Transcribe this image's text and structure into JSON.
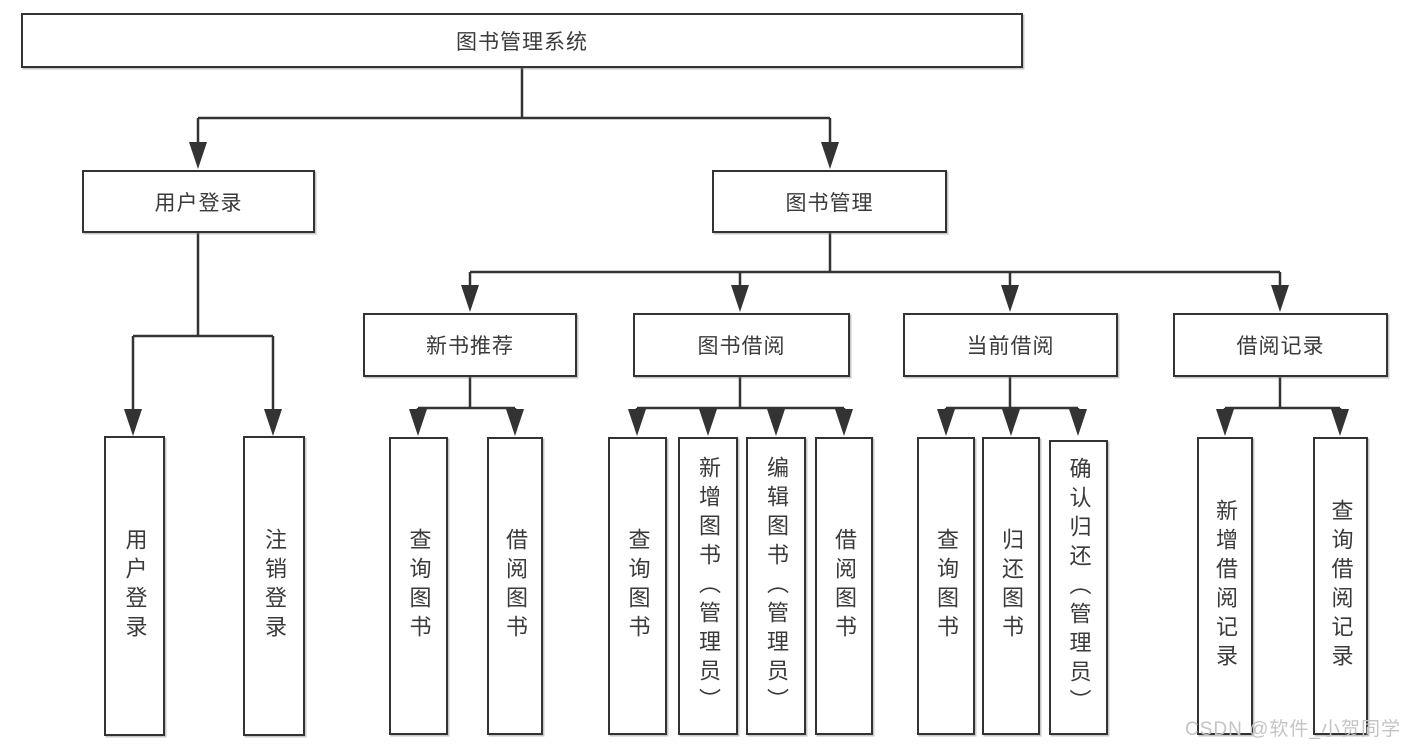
{
  "colors": {
    "line": "#333333",
    "text": "#3a3a3a",
    "background": "#ffffff",
    "watermark": "#c4c4c4"
  },
  "nodes": {
    "root": {
      "label": "图书管理系统"
    },
    "branches": {
      "user_login": {
        "label": "用户登录"
      },
      "book_mgmt": {
        "label": "图书管理"
      }
    },
    "modules": {
      "new_book_rec": {
        "label": "新书推荐"
      },
      "book_borrow": {
        "label": "图书借阅"
      },
      "current_borrow": {
        "label": "当前借阅"
      },
      "borrow_record": {
        "label": "借阅记录"
      }
    },
    "leaves": {
      "user_login": "用户登录",
      "logout_login": "注销登录",
      "query_books_a": "查询图书",
      "borrow_books_a": "借阅图书",
      "query_books_b": "查询图书",
      "add_books_admin": "新增图书（管理员）",
      "edit_books_admin": "编辑图书（管理员）",
      "borrow_books_b": "借阅图书",
      "query_books_c": "查询图书",
      "return_books": "归还图书",
      "confirm_return_admin": "确认归还（管理员）",
      "add_borrow_record": "新增借阅记录",
      "query_borrow_record": "查询借阅记录"
    }
  },
  "watermark": "CSDN @软件_小贺同学"
}
